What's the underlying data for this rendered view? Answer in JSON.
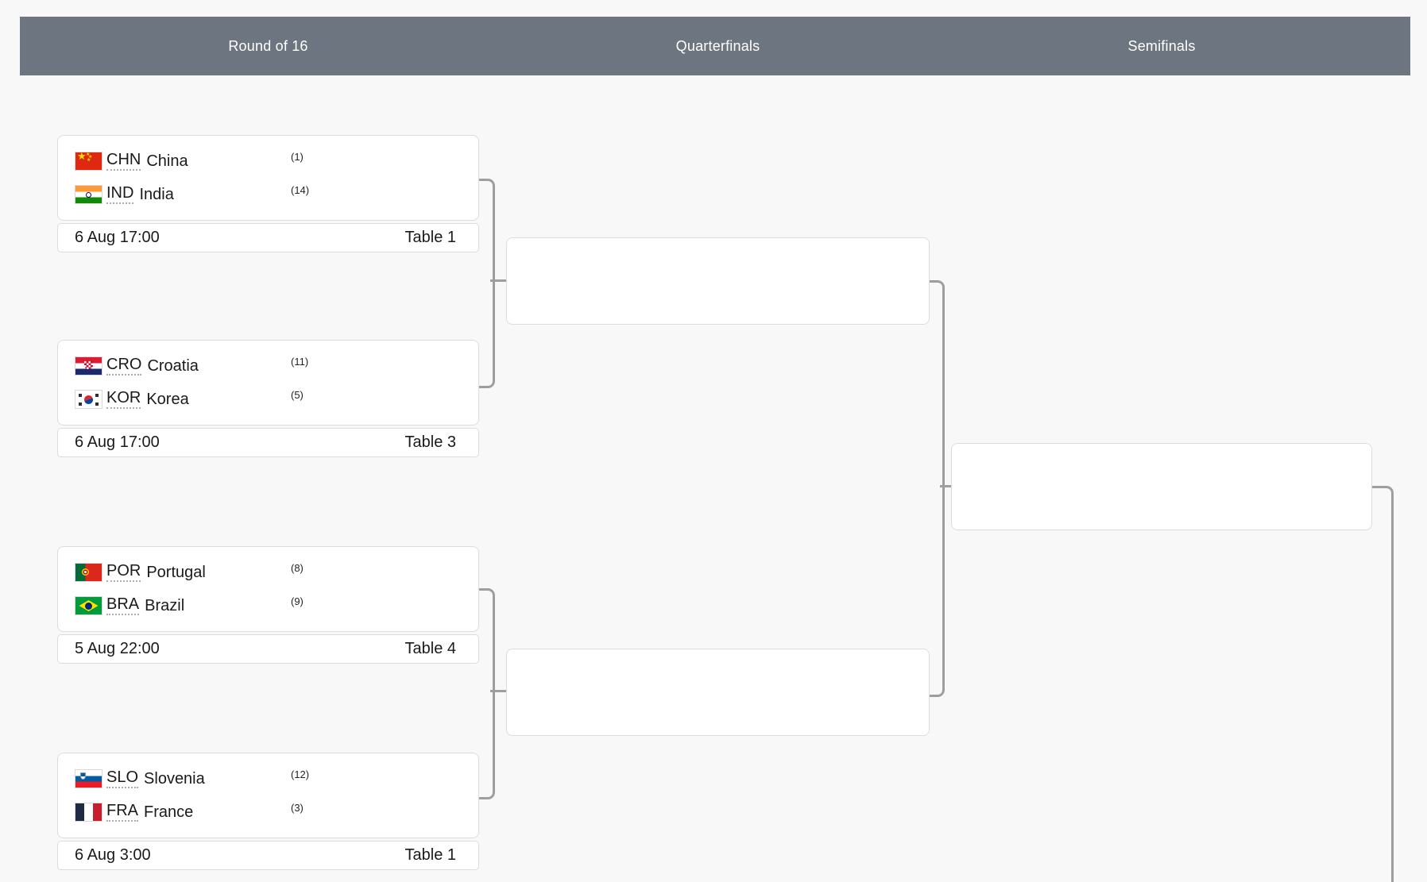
{
  "colors": {
    "page_background": "#f8f8f9",
    "header_background": "#6d7580",
    "header_text": "#ffffff",
    "card_border": "#dcdcdc",
    "connector": "#9e9e9e",
    "text": "#1a1a1a"
  },
  "header": {
    "columns": [
      {
        "label": "Round of 16"
      },
      {
        "label": "Quarterfinals"
      },
      {
        "label": "Semifinals"
      }
    ]
  },
  "bracket": {
    "round_of_16": {
      "matches": [
        {
          "teams": [
            {
              "flag": "CHN",
              "code": "CHN",
              "name": "China",
              "seed": "(1)"
            },
            {
              "flag": "IND",
              "code": "IND",
              "name": "India",
              "seed": "(14)"
            }
          ],
          "datetime": "6 Aug 17:00",
          "table": "Table 1"
        },
        {
          "teams": [
            {
              "flag": "CRO",
              "code": "CRO",
              "name": "Croatia",
              "seed": "(11)"
            },
            {
              "flag": "KOR",
              "code": "KOR",
              "name": "Korea",
              "seed": "(5)"
            }
          ],
          "datetime": "6 Aug 17:00",
          "table": "Table 3"
        },
        {
          "teams": [
            {
              "flag": "POR",
              "code": "POR",
              "name": "Portugal",
              "seed": "(8)"
            },
            {
              "flag": "BRA",
              "code": "BRA",
              "name": "Brazil",
              "seed": "(9)"
            }
          ],
          "datetime": "5 Aug 22:00",
          "table": "Table 4"
        },
        {
          "teams": [
            {
              "flag": "SLO",
              "code": "SLO",
              "name": "Slovenia",
              "seed": "(12)"
            },
            {
              "flag": "FRA",
              "code": "FRA",
              "name": "France",
              "seed": "(3)"
            }
          ],
          "datetime": "6 Aug 3:00",
          "table": "Table 1"
        }
      ]
    },
    "quarterfinals": {
      "slots": [
        {
          "teams": []
        },
        {
          "teams": []
        }
      ]
    },
    "semifinals": {
      "slots": [
        {
          "teams": []
        }
      ]
    }
  }
}
